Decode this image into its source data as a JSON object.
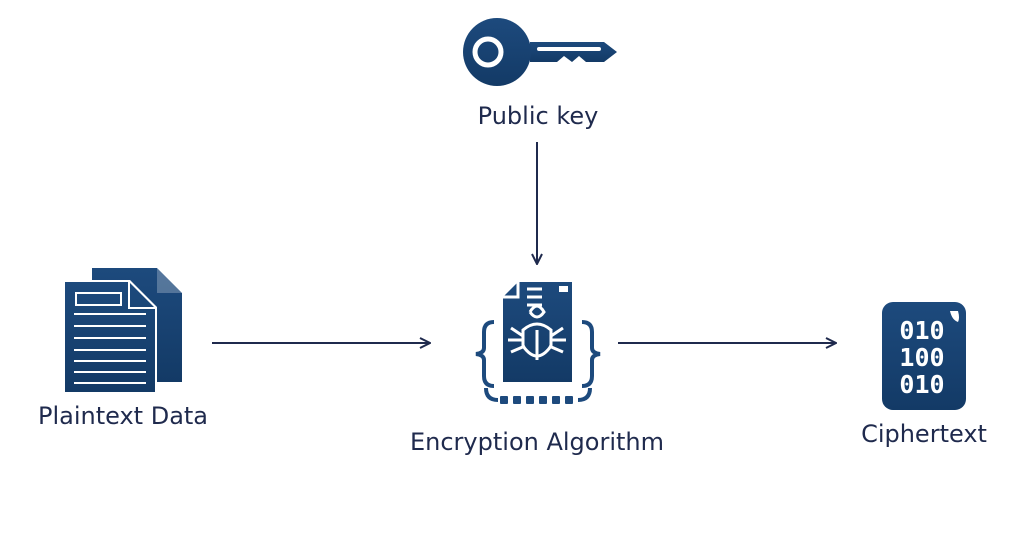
{
  "diagram": {
    "nodes": {
      "public_key": {
        "label": "Public key",
        "icon": "key-icon"
      },
      "plaintext": {
        "label": "Plaintext Data",
        "icon": "documents-icon"
      },
      "algorithm": {
        "label": "Encryption Algorithm",
        "icon": "encryption-chip-icon"
      },
      "ciphertext": {
        "label": "Ciphertext",
        "icon": "binary-file-icon",
        "binary_rows": [
          "010",
          "100",
          "010"
        ]
      }
    },
    "edges": [
      {
        "from": "public_key",
        "to": "algorithm"
      },
      {
        "from": "plaintext",
        "to": "algorithm"
      },
      {
        "from": "algorithm",
        "to": "ciphertext"
      }
    ]
  },
  "colors": {
    "icon": "#17416f",
    "text": "#1f2a4d",
    "arrow": "#1f2a4d",
    "background": "#ffffff"
  }
}
